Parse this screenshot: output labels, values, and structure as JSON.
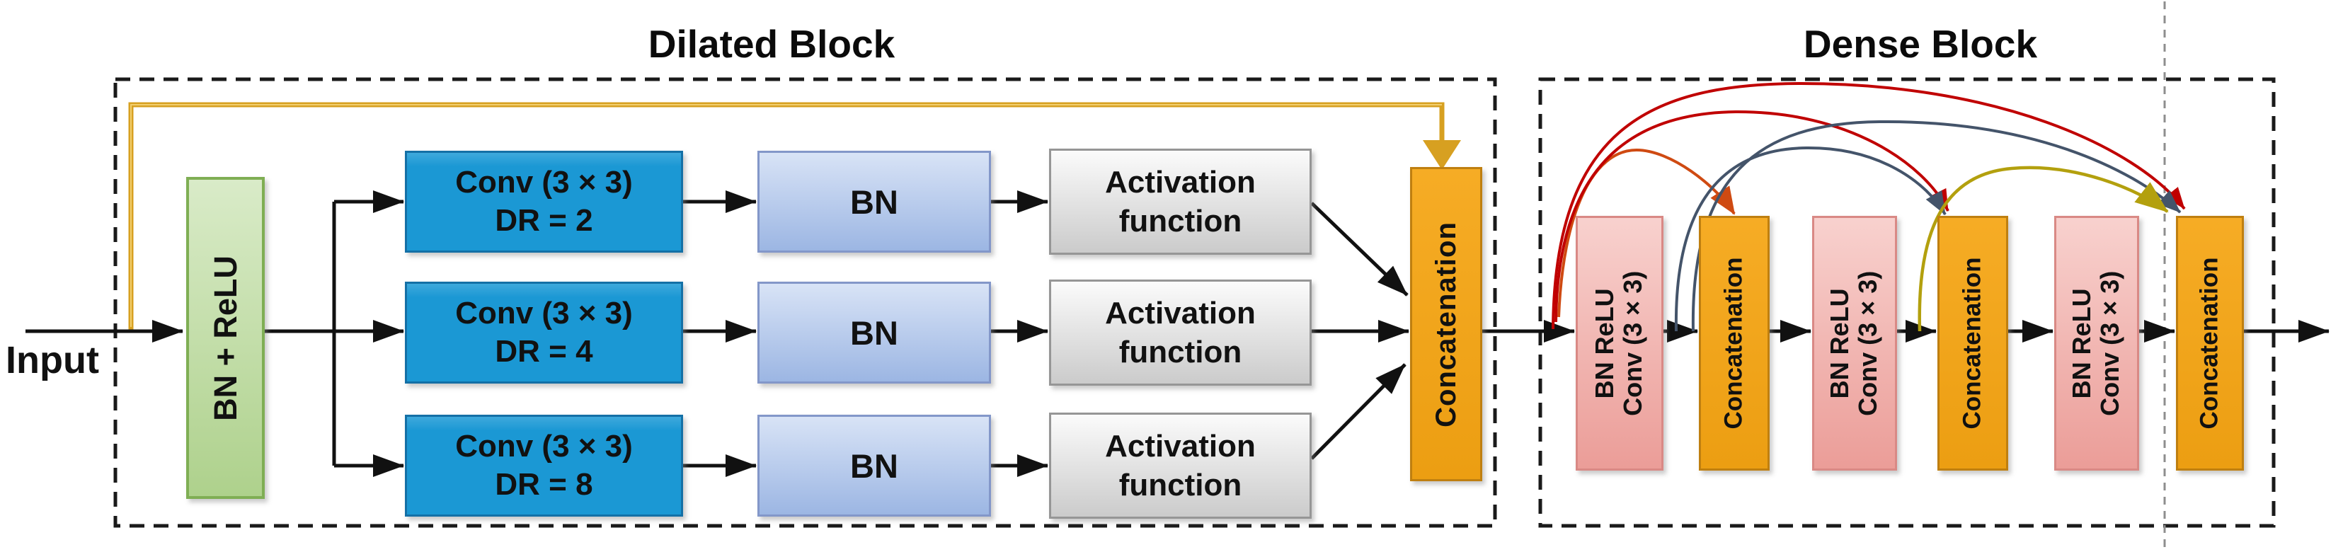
{
  "titles": {
    "dilated": "Dilated Block",
    "dense": "Dense Block"
  },
  "input_label": "Input",
  "dilated_block": {
    "bn_relu_label": "BN + ReLU",
    "conv_boxes": [
      {
        "line1": "Conv (3 × 3)",
        "line2": "DR = 2"
      },
      {
        "line1": "Conv (3 × 3)",
        "line2": "DR = 4"
      },
      {
        "line1": "Conv (3 × 3)",
        "line2": "DR = 8"
      }
    ],
    "bn_labels": [
      "BN",
      "BN",
      "BN"
    ],
    "activation_boxes": [
      {
        "line1": "Activation",
        "line2": "function"
      },
      {
        "line1": "Activation",
        "line2": "function"
      },
      {
        "line1": "Activation",
        "line2": "function"
      }
    ],
    "concat_label": "Concatenation"
  },
  "dense_block": {
    "conv_boxes": [
      {
        "line1": "BN ReLU",
        "line2": "Conv (3 × 3)"
      },
      {
        "line1": "BN ReLU",
        "line2": "Conv (3 × 3)"
      },
      {
        "line1": "BN ReLU",
        "line2": "Conv (3 × 3)"
      }
    ],
    "concat_labels": [
      "Concatenation",
      "Concatenation",
      "Concatenation"
    ]
  },
  "colors": {
    "conv_blue": "#1b98d4",
    "bn_blue": "#b9cbe9",
    "activation_gray": "#e3e3e3",
    "bn_relu_green": "#c5e0ab",
    "concat_orange": "#f2a51e",
    "dense_pink": "#f1b7b2",
    "skip_yellow": "#d7a021",
    "arc_red": "#c00000",
    "arc_gray": "#44546a",
    "arc_orangered": "#cf4a12",
    "arc_olive": "#b3a00e"
  }
}
